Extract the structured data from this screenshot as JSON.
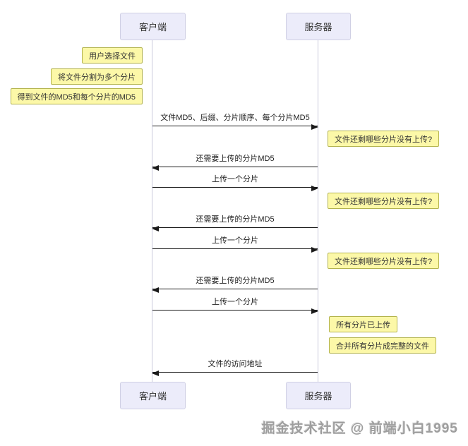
{
  "actors": {
    "client": "客户端",
    "server": "服务器"
  },
  "client_notes": [
    {
      "text": "用户选择文件"
    },
    {
      "text": "将文件分割为多个分片"
    },
    {
      "text": "得到文件的MD5和每个分片的MD5"
    }
  ],
  "server_notes": [
    {
      "text": "文件还剩哪些分片没有上传?"
    },
    {
      "text": "文件还剩哪些分片没有上传?"
    },
    {
      "text": "文件还剩哪些分片没有上传?"
    },
    {
      "text": "所有分片已上传"
    },
    {
      "text": "合并所有分片成完整的文件"
    }
  ],
  "messages": [
    {
      "text": "文件MD5、后缀、分片顺序、每个分片MD5",
      "direction": "right",
      "from": "客户端",
      "to": "服务器"
    },
    {
      "text": "还需要上传的分片MD5",
      "direction": "left",
      "from": "服务器",
      "to": "客户端"
    },
    {
      "text": "上传一个分片",
      "direction": "right",
      "from": "客户端",
      "to": "服务器"
    },
    {
      "text": "还需要上传的分片MD5",
      "direction": "left",
      "from": "服务器",
      "to": "客户端"
    },
    {
      "text": "上传一个分片",
      "direction": "right",
      "from": "客户端",
      "to": "服务器"
    },
    {
      "text": "还需要上传的分片MD5",
      "direction": "left",
      "from": "服务器",
      "to": "客户端"
    },
    {
      "text": "上传一个分片",
      "direction": "right",
      "from": "客户端",
      "to": "服务器"
    },
    {
      "text": "文件的访问地址",
      "direction": "left",
      "from": "服务器",
      "to": "客户端"
    }
  ],
  "watermark": "掘金技术社区 @ 前端小白1995",
  "colors": {
    "note_bg": "#fcf8a8",
    "note_border": "#b3b34e",
    "actor_bg": "#ececfa",
    "actor_border": "#cfcfe4",
    "lifeline": "#c9c9dc",
    "arrow": "#1a1a1a",
    "watermark_text": "#9e9e9e"
  }
}
